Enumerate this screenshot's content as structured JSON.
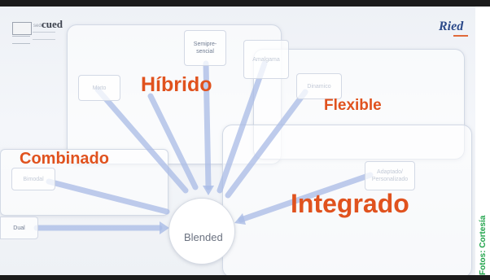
{
  "header": {
    "logo_cued": "cued",
    "logo_small_text": "sede",
    "brand": "Ried"
  },
  "labels": {
    "hibrido": "Híbrido",
    "flexible": "Flexible",
    "combinado": "Combinado",
    "integrado": "Integrado",
    "blended": "Blended"
  },
  "boxes": {
    "semipresencial": "Semipre-\nsencial",
    "mixto": "Mixto",
    "amalgama": "Amalgama",
    "dinamico": "Dinamico",
    "bimodal": "Bimodal",
    "adaptado": "Adaptado/\nPersonalizado",
    "dual": "Dual"
  },
  "credit": "Fotos: Cortesía",
  "colors": {
    "accent": "#e0521e",
    "arrow": "#a9bbe6",
    "credit": "#1fa34a"
  }
}
